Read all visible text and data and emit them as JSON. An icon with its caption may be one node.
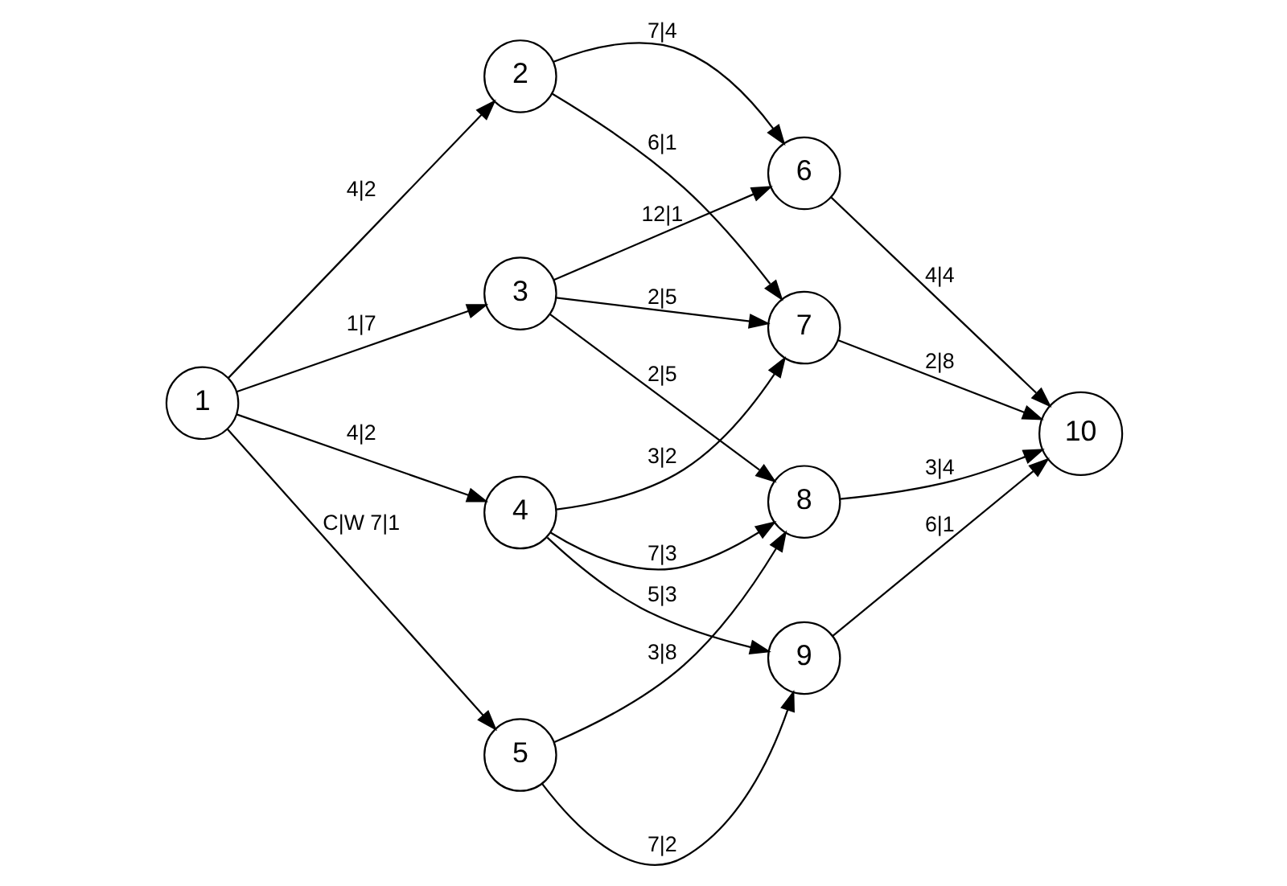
{
  "diagram": {
    "nodes": [
      {
        "text": [
          "1"
        ]
      },
      {
        "text": [
          "2"
        ]
      },
      {
        "text": [
          "3"
        ]
      },
      {
        "text": [
          "4"
        ]
      },
      {
        "text": [
          "5"
        ]
      },
      {
        "text": [
          "6"
        ]
      },
      {
        "text": [
          "7"
        ]
      },
      {
        "text": [
          "8"
        ]
      },
      {
        "text": [
          "9"
        ]
      },
      {
        "text": [
          "10"
        ]
      }
    ],
    "edges": [
      {
        "from": 0,
        "to": 1,
        "arrow": "to",
        "label": "4|2"
      },
      {
        "from": 0,
        "to": 2,
        "arrow": "to",
        "label": "1|7"
      },
      {
        "from": 0,
        "to": 3,
        "arrow": "to",
        "label": "4|2"
      },
      {
        "from": 0,
        "to": 4,
        "arrow": "to",
        "label": "C|W 7|1"
      },
      {
        "from": 1,
        "to": 5,
        "arrow": "to",
        "label": "7|4"
      },
      {
        "from": 1,
        "to": 6,
        "arrow": "to",
        "label": "6|1"
      },
      {
        "from": 2,
        "to": 5,
        "arrow": "to",
        "label": "12|1"
      },
      {
        "from": 2,
        "to": 6,
        "arrow": "to",
        "label": "2|5"
      },
      {
        "from": 2,
        "to": 7,
        "arrow": "to",
        "label": "2|5"
      },
      {
        "from": 3,
        "to": 6,
        "arrow": "to",
        "label": "3|2"
      },
      {
        "from": 3,
        "to": 7,
        "arrow": "to",
        "label": "7|3"
      },
      {
        "from": 3,
        "to": 8,
        "arrow": "to",
        "label": "5|3"
      },
      {
        "from": 4,
        "to": 7,
        "arrow": "to",
        "label": "3|8"
      },
      {
        "from": 4,
        "to": 8,
        "arrow": "to",
        "label": "7|2"
      },
      {
        "from": 5,
        "to": 9,
        "arrow": "to",
        "label": "4|4"
      },
      {
        "from": 6,
        "to": 9,
        "arrow": "to",
        "label": "2|8"
      },
      {
        "from": 7,
        "to": 9,
        "arrow": "to",
        "label": "3|4"
      },
      {
        "from": 8,
        "to": 9,
        "arrow": "to",
        "label": "6|1"
      }
    ]
  }
}
